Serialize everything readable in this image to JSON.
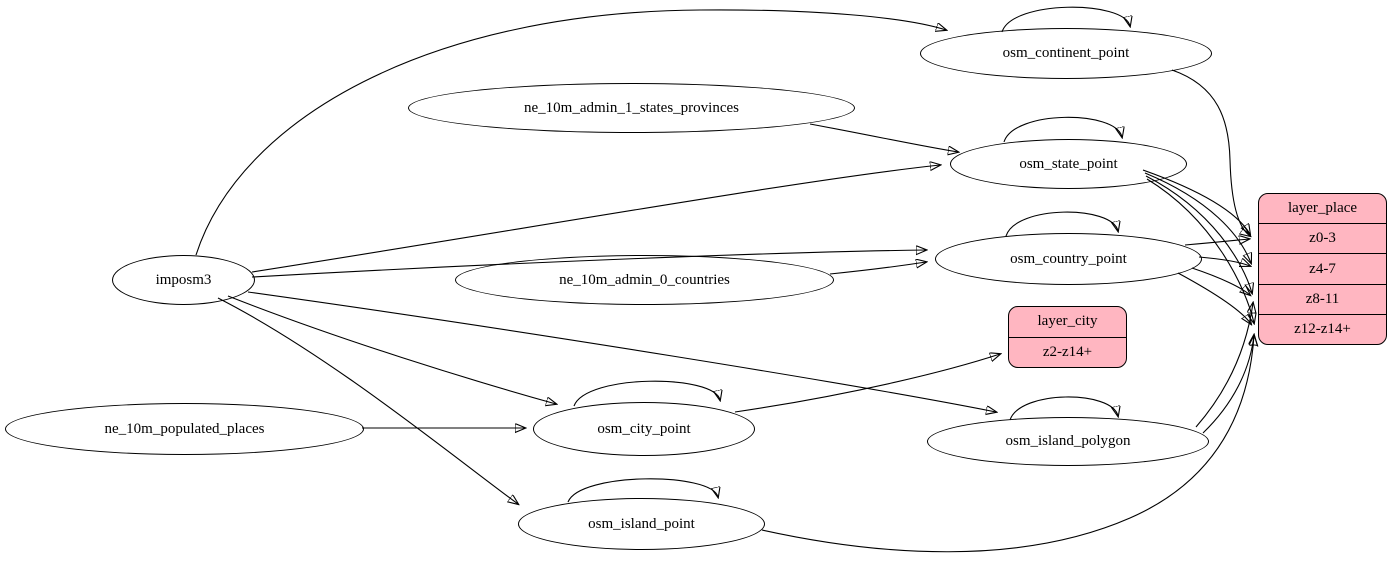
{
  "colors": {
    "background": "#ffffff",
    "node_fill": "#ffffff",
    "record_fill": "#ffb6c1",
    "edge_stroke": "#000000",
    "text": "#000000"
  },
  "nodes": {
    "imposm3": {
      "label": "imposm3"
    },
    "ne_10m_admin_1_states_provinces": {
      "label": "ne_10m_admin_1_states_provinces"
    },
    "ne_10m_admin_0_countries": {
      "label": "ne_10m_admin_0_countries"
    },
    "ne_10m_populated_places": {
      "label": "ne_10m_populated_places"
    },
    "osm_continent_point": {
      "label": "osm_continent_point"
    },
    "osm_state_point": {
      "label": "osm_state_point"
    },
    "osm_country_point": {
      "label": "osm_country_point"
    },
    "osm_city_point": {
      "label": "osm_city_point"
    },
    "osm_island_polygon": {
      "label": "osm_island_polygon"
    },
    "osm_island_point": {
      "label": "osm_island_point"
    }
  },
  "records": {
    "layer_city": {
      "title": "layer_city",
      "rows": [
        "z2-z14+"
      ]
    },
    "layer_place": {
      "title": "layer_place",
      "rows": [
        "z0-3",
        "z4-7",
        "z8-11",
        "z12-z14+"
      ]
    }
  },
  "edges": [
    {
      "from": "imposm3",
      "to": "osm_continent_point"
    },
    {
      "from": "imposm3",
      "to": "osm_state_point"
    },
    {
      "from": "imposm3",
      "to": "osm_country_point"
    },
    {
      "from": "imposm3",
      "to": "osm_city_point"
    },
    {
      "from": "imposm3",
      "to": "osm_island_polygon"
    },
    {
      "from": "imposm3",
      "to": "osm_island_point"
    },
    {
      "from": "ne_10m_admin_1_states_provinces",
      "to": "osm_state_point"
    },
    {
      "from": "ne_10m_admin_0_countries",
      "to": "osm_country_point"
    },
    {
      "from": "ne_10m_populated_places",
      "to": "osm_city_point"
    },
    {
      "from": "osm_continent_point",
      "to": "osm_continent_point"
    },
    {
      "from": "osm_state_point",
      "to": "osm_state_point"
    },
    {
      "from": "osm_country_point",
      "to": "osm_country_point"
    },
    {
      "from": "osm_city_point",
      "to": "osm_city_point"
    },
    {
      "from": "osm_island_polygon",
      "to": "osm_island_polygon"
    },
    {
      "from": "osm_island_point",
      "to": "osm_island_point"
    },
    {
      "from": "osm_city_point",
      "to": "layer_city",
      "to_row": "z2-z14+"
    },
    {
      "from": "osm_continent_point",
      "to": "layer_place",
      "to_row": "z0-3"
    },
    {
      "from": "osm_state_point",
      "to": "layer_place",
      "to_row": "z0-3"
    },
    {
      "from": "osm_state_point",
      "to": "layer_place",
      "to_row": "z4-7"
    },
    {
      "from": "osm_state_point",
      "to": "layer_place",
      "to_row": "z8-11"
    },
    {
      "from": "osm_state_point",
      "to": "layer_place",
      "to_row": "z12-z14+"
    },
    {
      "from": "osm_country_point",
      "to": "layer_place",
      "to_row": "z0-3"
    },
    {
      "from": "osm_country_point",
      "to": "layer_place",
      "to_row": "z4-7"
    },
    {
      "from": "osm_country_point",
      "to": "layer_place",
      "to_row": "z8-11"
    },
    {
      "from": "osm_country_point",
      "to": "layer_place",
      "to_row": "z12-z14+"
    },
    {
      "from": "osm_island_polygon",
      "to": "layer_place",
      "to_row": "z8-11"
    },
    {
      "from": "osm_island_polygon",
      "to": "layer_place",
      "to_row": "z12-z14+"
    },
    {
      "from": "osm_island_point",
      "to": "layer_place",
      "to_row": "z12-z14+"
    }
  ]
}
